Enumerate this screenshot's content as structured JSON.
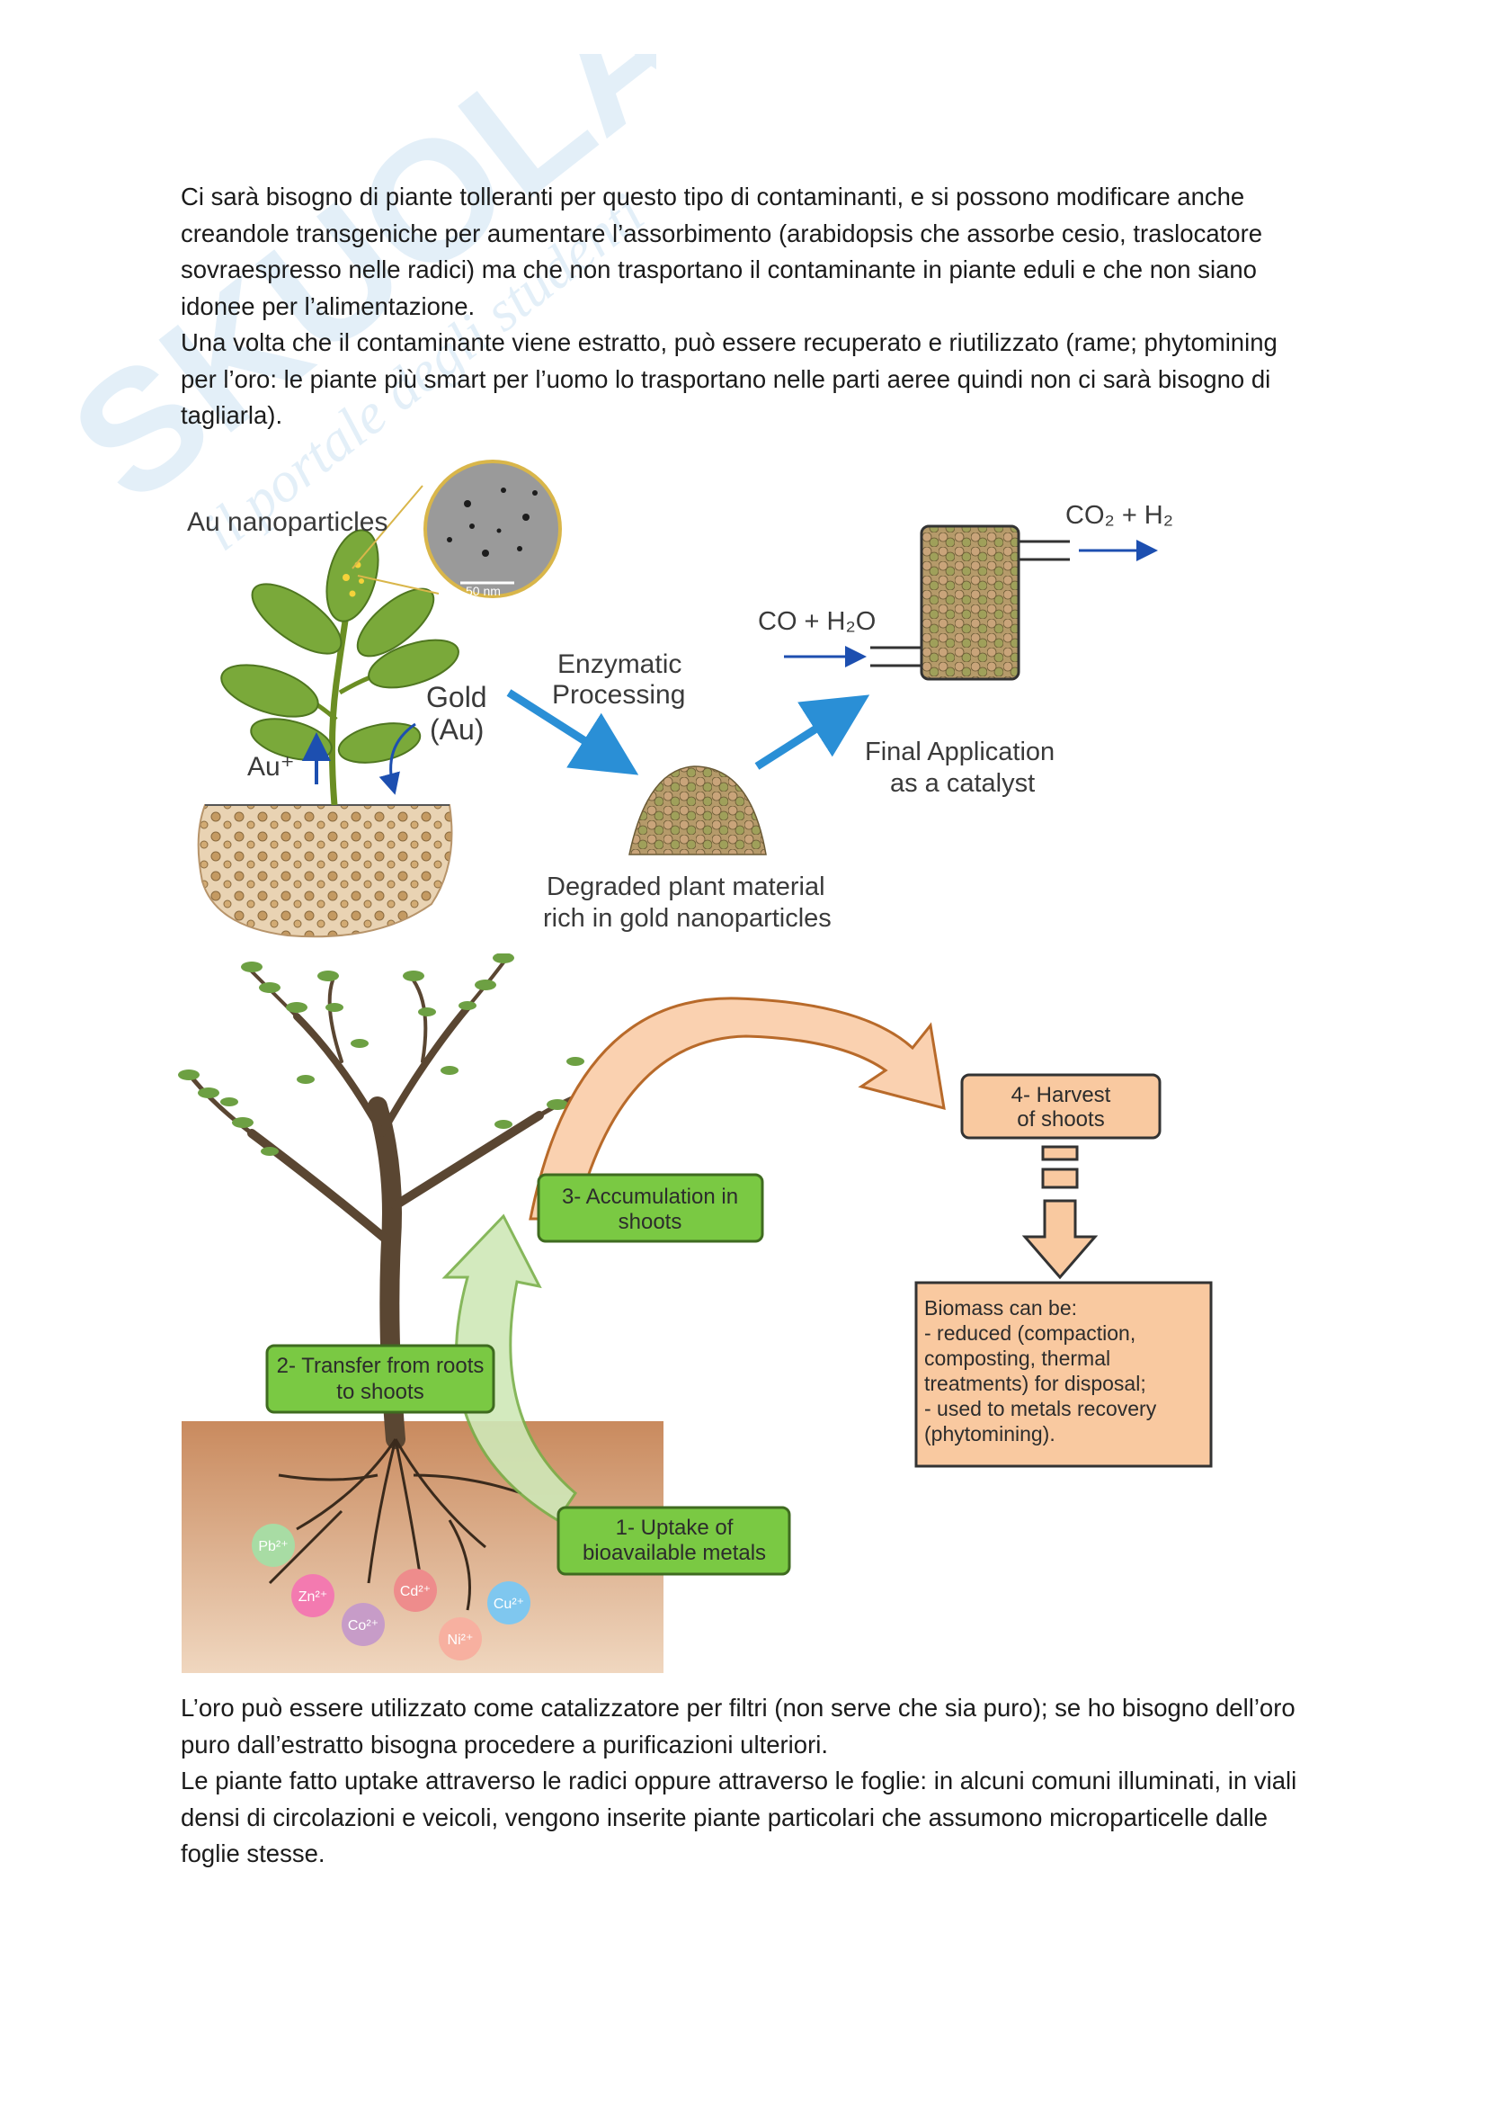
{
  "watermark": {
    "brand": "SKUOLA.net",
    "tagline": "il portale degli studenti"
  },
  "paragraphs": {
    "p1": "Ci sarà bisogno di piante tolleranti per questo tipo di contaminanti, e si possono modificare anche creandole transgeniche per aumentare l’assorbimento (arabidopsis che assorbe cesio, traslocatore sovraespresso nelle radici) ma che non trasportano il contaminante in piante eduli e che non siano idonee per l’alimentazione.",
    "p2": "Una volta che il contaminante viene estratto, può essere recuperato e riutilizzato (rame; phytomining per l’oro: le piante più smart per l’uomo lo trasportano nelle parti aeree quindi non ci sarà bisogno di tagliarla).",
    "p3": "L’oro può essere utilizzato come catalizzatore per filtri (non serve che sia puro); se ho bisogno dell’oro puro dall’estratto bisogna procedere a purificazioni ulteriori.",
    "p4": "Le piante fatto uptake attraverso le radici oppure attraverso le foglie: in alcuni comuni illuminati, in viali densi di circolazioni e veicoli, vengono inserite piante particolari che assumono microparticelle dalle foglie stesse."
  },
  "figure1": {
    "au_nanoparticles": "Au nanoparticles",
    "scale_bar": "50 nm",
    "gold_line1": "Gold",
    "gold_line2": "(Au)",
    "au_plus": "Au⁺",
    "enzymatic_line1": "Enzymatic",
    "enzymatic_line2": "Processing",
    "degraded_line1": "Degraded plant material",
    "degraded_line2": "rich in gold nanoparticles",
    "co_h2o": "CO + H₂O",
    "co2_h2": "CO₂ + H₂",
    "final_line1": "Final Application",
    "final_line2": "as a catalyst"
  },
  "figure2": {
    "step1_line1": "1- Uptake of",
    "step1_line2": "bioavailable metals",
    "step2_line1": "2- Transfer from roots",
    "step2_line2": "to shoots",
    "step3_line1": "3- Accumulation in",
    "step3_line2": "shoots",
    "step4_line1": "4- Harvest",
    "step4_line2": "of shoots",
    "biomass": [
      "Biomass can be:",
      "- reduced (compaction,",
      "composting, thermal",
      "treatments) for disposal;",
      "- used to metals recovery",
      "(phytomining)."
    ],
    "ions": [
      "Pb²⁺",
      "Zn²⁺",
      "Cd²⁺",
      "Co²⁺",
      "Ni²⁺",
      "Cu²⁺"
    ],
    "colors": {
      "green_box": "#7ac943",
      "orange_box": "#f9c9a0",
      "soil": "#c98a5e"
    }
  }
}
